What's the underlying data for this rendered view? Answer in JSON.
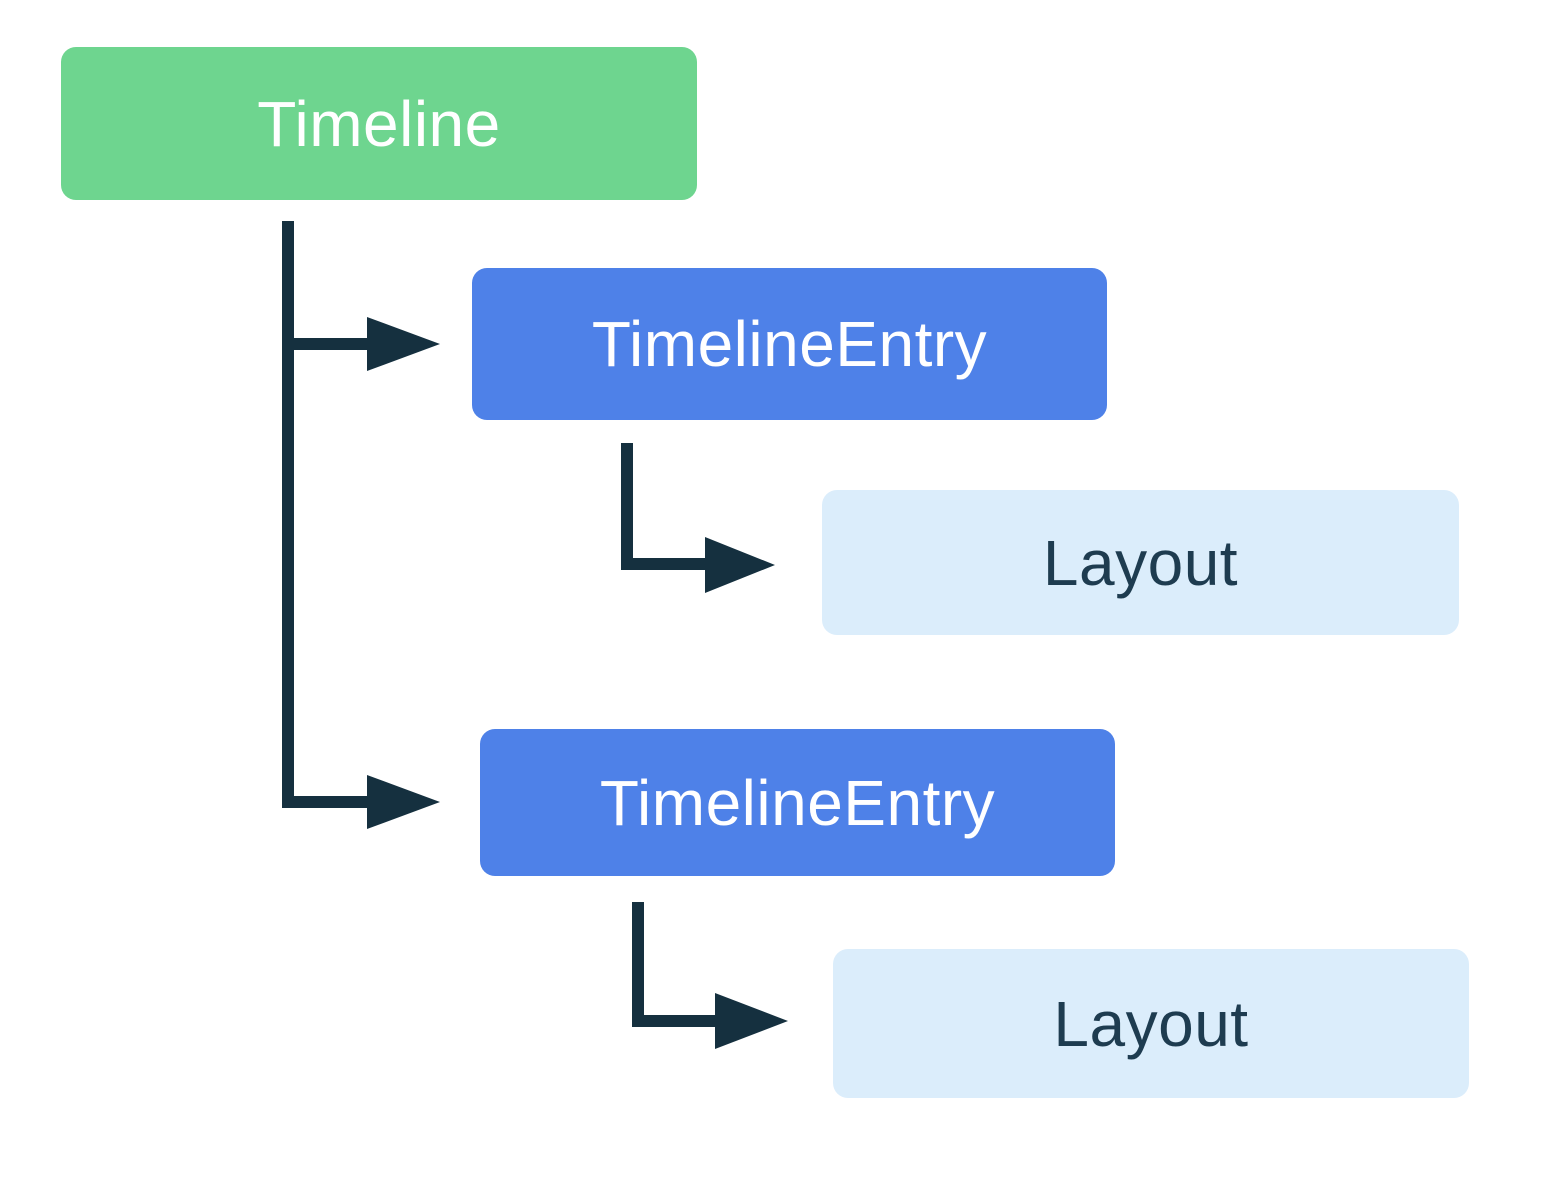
{
  "diagram": {
    "type": "tree",
    "description": "Component hierarchy diagram: a Timeline contains two TimelineEntry children, each of which contains a Layout",
    "nodes": [
      {
        "id": "timeline",
        "label": "Timeline",
        "role": "root"
      },
      {
        "id": "timeline-entry-1",
        "label": "TimelineEntry",
        "role": "child"
      },
      {
        "id": "layout-1",
        "label": "Layout",
        "role": "grandchild"
      },
      {
        "id": "timeline-entry-2",
        "label": "TimelineEntry",
        "role": "child"
      },
      {
        "id": "layout-2",
        "label": "Layout",
        "role": "grandchild"
      }
    ],
    "structure": {
      "label": "Timeline",
      "children": [
        {
          "label": "TimelineEntry",
          "children": [
            {
              "label": "Layout"
            }
          ]
        },
        {
          "label": "TimelineEntry",
          "children": [
            {
              "label": "Layout"
            }
          ]
        }
      ]
    },
    "edges": [
      {
        "from": "timeline",
        "to": "timeline-entry-1",
        "style": "elbow-arrow"
      },
      {
        "from": "timeline",
        "to": "timeline-entry-2",
        "style": "elbow-arrow"
      },
      {
        "from": "timeline-entry-1",
        "to": "layout-1",
        "style": "elbow-arrow"
      },
      {
        "from": "timeline-entry-2",
        "to": "layout-2",
        "style": "elbow-arrow"
      }
    ],
    "colors": {
      "root_fill": "#6ED58F",
      "entry_fill": "#4E81E8",
      "layout_fill": "#DBEDFB",
      "connector": "#15303F",
      "text_light": "#FFFFFF",
      "text_dark": "#1E3C50",
      "background": "#FFFFFF"
    }
  }
}
